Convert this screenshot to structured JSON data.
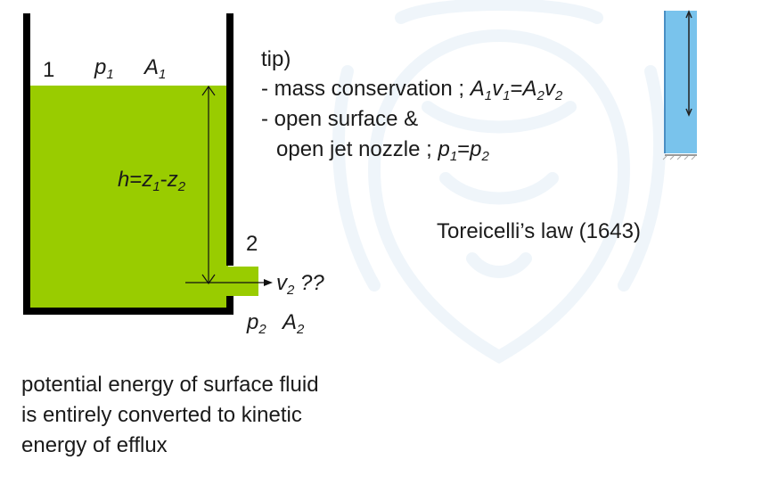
{
  "colors": {
    "fluid": "#99cc00",
    "wall": "#000000",
    "side_water": "#79c3ec",
    "watermark": "#cfe3f3"
  },
  "tank": {
    "point1": "1",
    "point2": "2",
    "p1": "p",
    "p1_sub": "1",
    "a1": "A",
    "a1_sub": "1",
    "h_label": {
      "h": "h",
      "eq": "=",
      "z1": "z",
      "z1_sub": "1",
      "minus": "-",
      "z2": "z",
      "z2_sub": "2"
    },
    "v2": "v",
    "v2_sub": "2",
    "v2_q": " ??",
    "p2": "p",
    "p2_sub": "2",
    "a2": "A",
    "a2_sub": "2"
  },
  "tips": {
    "title": "tip)",
    "line1_text": "- mass conservation ; ",
    "line1_eq": {
      "a1": "A",
      "s1": "1",
      "v1": "v",
      "s2": "1",
      "eq": "=",
      "a2": "A",
      "s3": "2",
      "v2": "v",
      "s4": "2"
    },
    "line2": "- open surface &",
    "line3_text": "open jet nozzle ; ",
    "line3_eq": {
      "p1": "p",
      "s1": "1",
      "eq": "=",
      "p2": "p",
      "s2": "2"
    }
  },
  "law": "Toreicelli’s law (1643)",
  "explanation": {
    "line1": "potential energy of surface fluid",
    "line2": "is entirely converted to kinetic",
    "line3": "energy of efflux"
  },
  "side_figure_icon": "water-column-icon",
  "watermark_icon": "lion-watermark-icon"
}
